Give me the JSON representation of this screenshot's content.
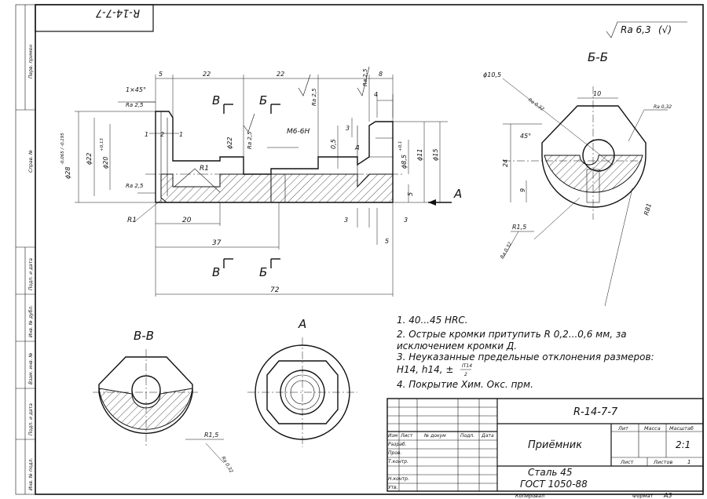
{
  "rotated_code": "R-14-7-7",
  "roughness": {
    "main": "Ra 6,3",
    "paren": "(√)"
  },
  "left_column": [
    "Перв. примен",
    "Справ. №",
    "Подп. и дата",
    "Инв. № дубл.",
    "Взам. инв. №",
    "Подп. и дата",
    "Инв. № подл."
  ],
  "dimensions": {
    "chamfer": "1×45°",
    "d5": "5",
    "d22a": "22",
    "d22b": "22",
    "d8": "8",
    "d4": "4",
    "d3": "3",
    "d1a": "1",
    "d2": "2",
    "d1b": "1",
    "phi28": "ϕ28",
    "phi28_tol": "-0,065 / -0,195",
    "phi22a": "ϕ22",
    "phi20": "ϕ20",
    "phi20_tol": "+0,13",
    "phi22b": "ϕ22",
    "thread": "M6-6H",
    "d05": "0,5",
    "phi85": "ϕ8,5",
    "phi85_tol": "+0,1",
    "phi11": "ϕ11",
    "phi15": "ϕ15",
    "d5b": "5",
    "r1a": "R1",
    "r1b": "R1",
    "len20": "20",
    "len37": "37",
    "len72": "72",
    "d3a": "3",
    "d3b": "3",
    "d5c": "5",
    "ra25": "Ra 2,5",
    "label_d": "Д"
  },
  "section_marks": {
    "v": "В",
    "b": "Б",
    "a": "А"
  },
  "section_bb": {
    "title": "Б-Б",
    "phi105": "ϕ10,5",
    "d10": "10",
    "angle": "45°",
    "d24": "24",
    "d9": "9",
    "r15": "R1,5",
    "r81": "R81",
    "ra032": "Ra 0,32"
  },
  "section_vv": {
    "title": "В-В",
    "r15": "R1,5",
    "ra032": "Ra 0,32"
  },
  "view_a": {
    "title": "А"
  },
  "notes": [
    "1. 40...45 HRC.",
    "2. Острые кромки притупить R 0,2...0,6 мм, за",
    "исключением кромки Д.",
    "3. Неуказанные предельные отклонения размеров:",
    "H14, h14, ±",
    "IT14",
    "2",
    "4. Покрытие Хим. Окс. прм."
  ],
  "title_block": {
    "code": "R-14-7-7",
    "name": "Приёмник",
    "material_1": "Сталь 45",
    "material_2": "ГОСТ 1050-88",
    "col_headers": [
      "Изм",
      "Лист",
      "№ докум",
      "Подп.",
      "Дата"
    ],
    "row_labels": [
      "Разраб.",
      "Пров.",
      "Т.контр.",
      "Н.контр.",
      "Утв."
    ],
    "lit": "Лит",
    "mass": "Масса",
    "scale_label": "Масштаб",
    "scale": "2:1",
    "sheet": "Лист",
    "sheets": "Листов",
    "sheets_count": "1",
    "copied": "Копировал",
    "format": "Формат",
    "format_value": "А3"
  }
}
